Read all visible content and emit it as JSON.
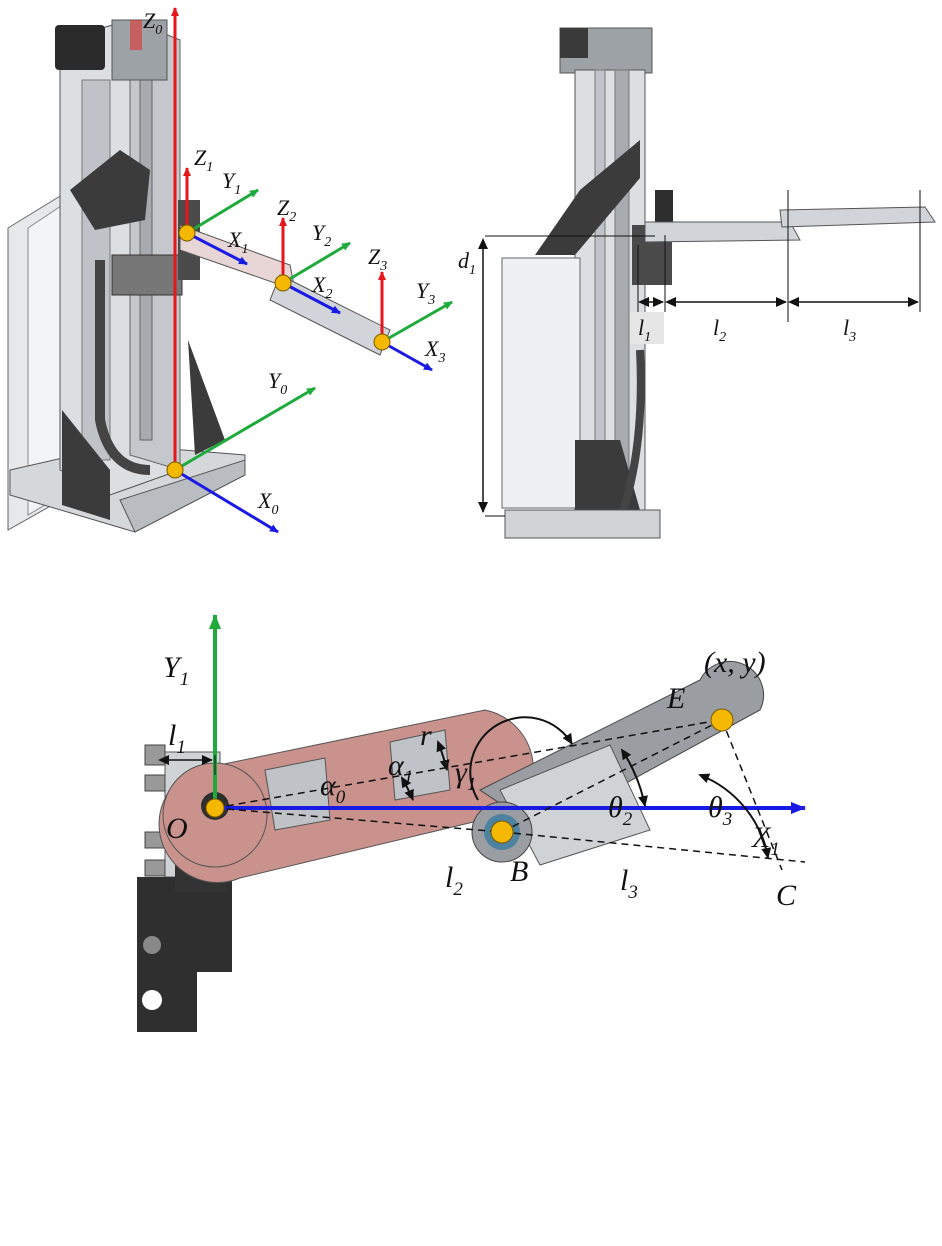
{
  "colors": {
    "z_axis": "#e8161b",
    "y_axis": "#1faa3c",
    "x_axis": "#1a1ae6",
    "joint": "#f5b800",
    "link_red": "#c9928c",
    "link_gray": "#8a8a8a",
    "frame_dark": "#3b3b3b",
    "frame_light": "#cfd3d6"
  },
  "isometric": {
    "frames": [
      {
        "z": "Z",
        "z_sub": "0",
        "y": "Y",
        "y_sub": "0",
        "x": "X",
        "x_sub": "0"
      },
      {
        "z": "Z",
        "z_sub": "1",
        "y": "Y",
        "y_sub": "1",
        "x": "X",
        "x_sub": "1"
      },
      {
        "z": "Z",
        "z_sub": "2",
        "y": "Y",
        "y_sub": "2",
        "x": "X",
        "x_sub": "2"
      },
      {
        "z": "Z",
        "z_sub": "3",
        "y": "Y",
        "y_sub": "3",
        "x": "X",
        "x_sub": "3"
      }
    ]
  },
  "side_view": {
    "d1": {
      "base": "d",
      "sub": "1"
    },
    "l1": {
      "base": "l",
      "sub": "1"
    },
    "l2": {
      "base": "l",
      "sub": "2"
    },
    "l3": {
      "base": "l",
      "sub": "3"
    }
  },
  "top_view": {
    "y_axis": {
      "base": "Y",
      "sub": "1"
    },
    "x_axis": {
      "base": "X",
      "sub": "1"
    },
    "l1": {
      "base": "l",
      "sub": "1"
    },
    "origin": "O",
    "point_b": "B",
    "point_c": "C",
    "point_e": "E",
    "end_coords": "(x, y)",
    "r": "r",
    "alpha0": {
      "base": "α",
      "sub": "0"
    },
    "alpha1": {
      "base": "α",
      "sub": "1"
    },
    "gamma1": {
      "base": "γ",
      "sub": "1"
    },
    "l2": {
      "base": "l",
      "sub": "2"
    },
    "l3": {
      "base": "l",
      "sub": "3"
    },
    "theta2": {
      "base": "θ",
      "sub": "2"
    },
    "theta3": {
      "base": "θ",
      "sub": "3"
    }
  }
}
